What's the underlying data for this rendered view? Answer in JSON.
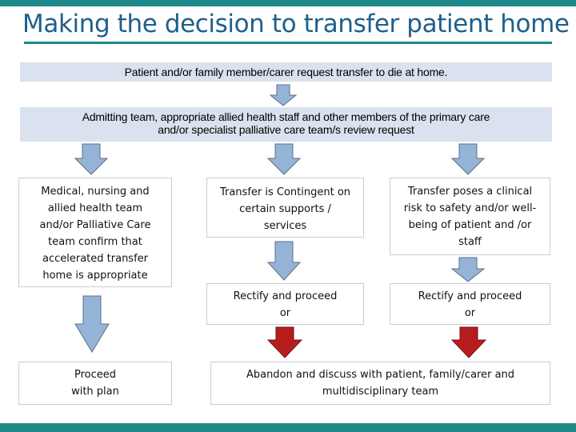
{
  "title": "Making the decision to transfer patient home",
  "request": "Patient and/or family member/carer request transfer to die at home.",
  "review": {
    "line1": "Admitting team, appropriate allied health staff and other members of the primary care",
    "line2": "and/or specialist palliative care team/s review request"
  },
  "columns": {
    "left": {
      "lines": [
        "Medical, nursing and",
        "allied health team",
        "and/or Palliative Care",
        "team confirm  that",
        "accelerated transfer",
        "home  is appropriate"
      ]
    },
    "middle": {
      "lines": [
        "Transfer is Contingent on",
        "certain supports /",
        "services"
      ]
    },
    "right": {
      "lines": [
        "Transfer poses a clinical",
        "risk to safety and/or well-",
        "being of patient and /or",
        "staff"
      ]
    }
  },
  "rectify": {
    "middle": {
      "line1": "Rectify and proceed",
      "line2": "or"
    },
    "right": {
      "line1": "Rectify and proceed",
      "line2": "or"
    }
  },
  "proceed": {
    "line1": "Proceed",
    "line2": "with plan"
  },
  "abandon": {
    "line1": "Abandon and discuss with patient, family/carer  and",
    "line2": "multidisciplinary team"
  },
  "colors": {
    "accent": "#1f8a8a",
    "title": "#1f5f8b",
    "band": "#d9e2ee",
    "arrow_blue": "#95b3d7",
    "arrow_red": "#b81d1d"
  }
}
